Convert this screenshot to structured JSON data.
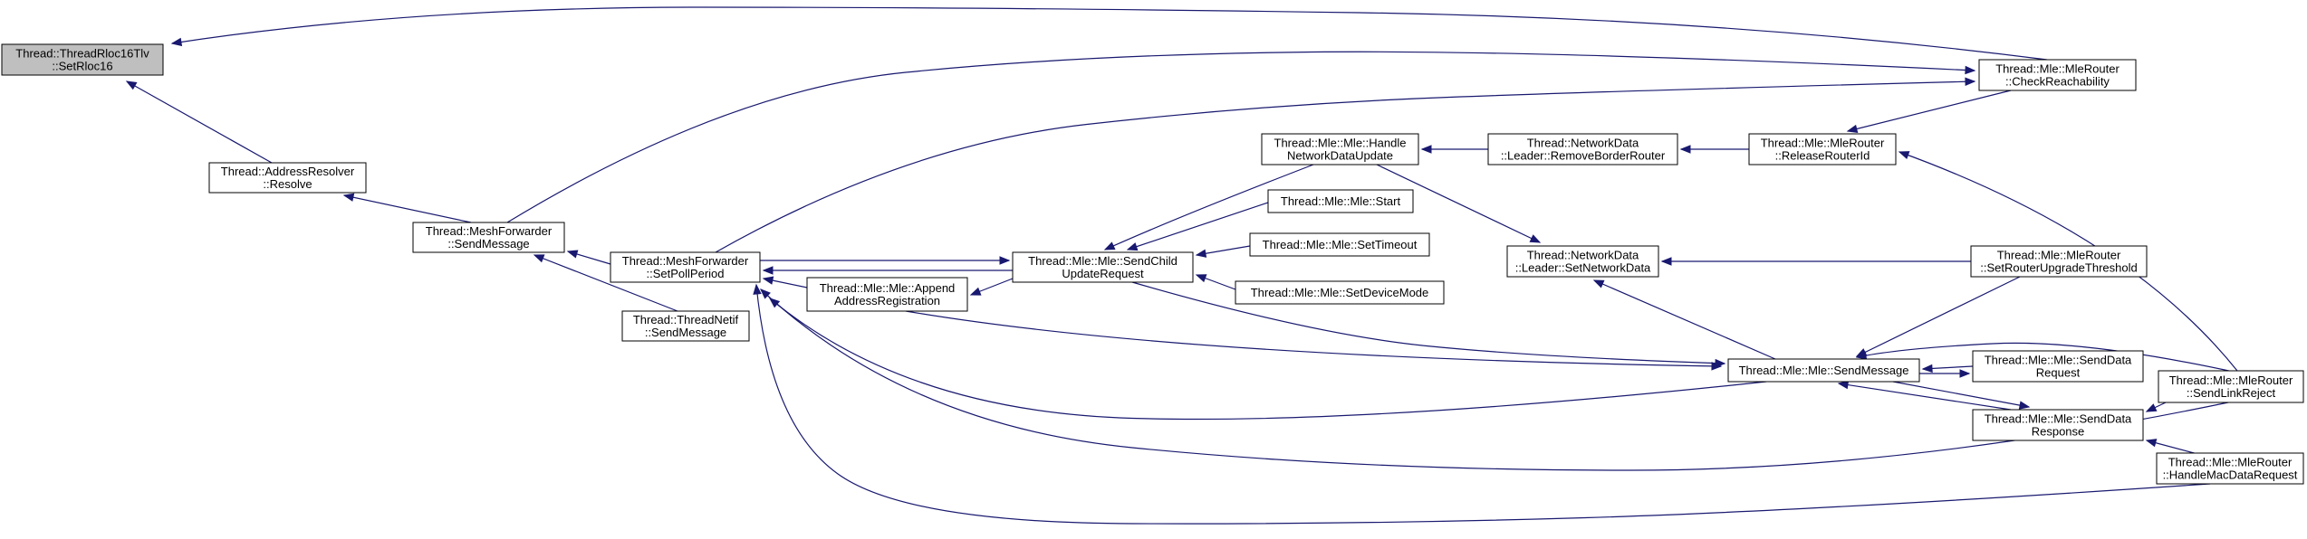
{
  "diagram": {
    "colors": {
      "edge": "#191970",
      "node_fill": "#ffffff",
      "root_fill": "#bfbfbf",
      "border": "#000000"
    },
    "nodes": [
      {
        "id": "setrloc16",
        "lines": [
          "Thread::ThreadRloc16Tlv",
          "::SetRloc16"
        ],
        "root": true
      },
      {
        "id": "resolve",
        "lines": [
          "Thread::AddressResolver",
          "::Resolve"
        ]
      },
      {
        "id": "mf-sendmessage",
        "lines": [
          "Thread::MeshForwarder",
          "::SendMessage"
        ]
      },
      {
        "id": "mf-setpollperiod",
        "lines": [
          "Thread::MeshForwarder",
          "::SetPollPeriod"
        ]
      },
      {
        "id": "netif-sendmessage",
        "lines": [
          "Thread::ThreadNetif",
          "::SendMessage"
        ]
      },
      {
        "id": "append-addr-reg",
        "lines": [
          "Thread::Mle::Mle::Append",
          "AddressRegistration"
        ]
      },
      {
        "id": "send-child-update",
        "lines": [
          "Thread::Mle::Mle::SendChild",
          "UpdateRequest"
        ]
      },
      {
        "id": "handle-netdata",
        "lines": [
          "Thread::Mle::Mle::Handle",
          "NetworkDataUpdate"
        ]
      },
      {
        "id": "mle-start",
        "lines": [
          "Thread::Mle::Mle::Start"
        ]
      },
      {
        "id": "mle-settimeout",
        "lines": [
          "Thread::Mle::Mle::SetTimeout"
        ]
      },
      {
        "id": "mle-setdevicemode",
        "lines": [
          "Thread::Mle::Mle::SetDeviceMode"
        ]
      },
      {
        "id": "remove-border-router",
        "lines": [
          "Thread::NetworkData",
          "::Leader::RemoveBorderRouter"
        ]
      },
      {
        "id": "set-network-data",
        "lines": [
          "Thread::NetworkData",
          "::Leader::SetNetworkData"
        ]
      },
      {
        "id": "mle-sendmessage",
        "lines": [
          "Thread::Mle::Mle::SendMessage"
        ]
      },
      {
        "id": "release-router-id",
        "lines": [
          "Thread::Mle::MleRouter",
          "::ReleaseRouterId"
        ]
      },
      {
        "id": "check-reachability",
        "lines": [
          "Thread::Mle::MleRouter",
          "::CheckReachability"
        ]
      },
      {
        "id": "set-router-upgrade",
        "lines": [
          "Thread::Mle::MleRouter",
          "::SetRouterUpgradeThreshold"
        ]
      },
      {
        "id": "senddata-request",
        "lines": [
          "Thread::Mle::Mle::SendData",
          "Request"
        ]
      },
      {
        "id": "senddata-response",
        "lines": [
          "Thread::Mle::Mle::SendData",
          "Response"
        ]
      },
      {
        "id": "send-link-reject",
        "lines": [
          "Thread::Mle::MleRouter",
          "::SendLinkReject"
        ]
      },
      {
        "id": "handle-mac-data",
        "lines": [
          "Thread::Mle::MleRouter",
          "::HandleMacDataRequest"
        ]
      }
    ],
    "edges": [
      {
        "from": "resolve",
        "to": "setrloc16"
      },
      {
        "from": "check-reachability",
        "to": "setrloc16"
      },
      {
        "from": "mf-sendmessage",
        "to": "resolve"
      },
      {
        "from": "mf-setpollperiod",
        "to": "mf-sendmessage"
      },
      {
        "from": "netif-sendmessage",
        "to": "mf-sendmessage"
      },
      {
        "from": "mf-sendmessage",
        "to": "check-reachability"
      },
      {
        "from": "mf-setpollperiod",
        "to": "check-reachability"
      },
      {
        "from": "append-addr-reg",
        "to": "mf-setpollperiod"
      },
      {
        "from": "send-child-update",
        "to": "mf-setpollperiod"
      },
      {
        "from": "mle-sendmessage",
        "to": "mf-setpollperiod"
      },
      {
        "from": "send-link-reject",
        "to": "mf-setpollperiod"
      },
      {
        "from": "handle-mac-data",
        "to": "mf-setpollperiod"
      },
      {
        "from": "send-child-update",
        "to": "append-addr-reg"
      },
      {
        "from": "mf-setpollperiod",
        "to": "send-child-update"
      },
      {
        "from": "handle-netdata",
        "to": "send-child-update"
      },
      {
        "from": "mle-start",
        "to": "send-child-update"
      },
      {
        "from": "mle-settimeout",
        "to": "send-child-update"
      },
      {
        "from": "mle-setdevicemode",
        "to": "send-child-update"
      },
      {
        "from": "append-addr-reg",
        "to": "mle-sendmessage"
      },
      {
        "from": "send-child-update",
        "to": "mle-sendmessage"
      },
      {
        "from": "remove-border-router",
        "to": "handle-netdata"
      },
      {
        "from": "handle-netdata",
        "to": "set-network-data"
      },
      {
        "from": "release-router-id",
        "to": "remove-border-router"
      },
      {
        "from": "mle-sendmessage",
        "to": "set-network-data"
      },
      {
        "from": "set-router-upgrade",
        "to": "set-network-data"
      },
      {
        "from": "check-reachability",
        "to": "release-router-id"
      },
      {
        "from": "send-link-reject",
        "to": "release-router-id"
      },
      {
        "from": "set-router-upgrade",
        "to": "mle-sendmessage"
      },
      {
        "from": "senddata-request",
        "to": "mle-sendmessage"
      },
      {
        "from": "senddata-response",
        "to": "mle-sendmessage"
      },
      {
        "from": "send-link-reject",
        "to": "mle-sendmessage"
      },
      {
        "from": "mle-sendmessage",
        "to": "senddata-request"
      },
      {
        "from": "mle-sendmessage",
        "to": "senddata-response"
      },
      {
        "from": "send-link-reject",
        "to": "senddata-response"
      },
      {
        "from": "handle-mac-data",
        "to": "senddata-response"
      }
    ]
  }
}
